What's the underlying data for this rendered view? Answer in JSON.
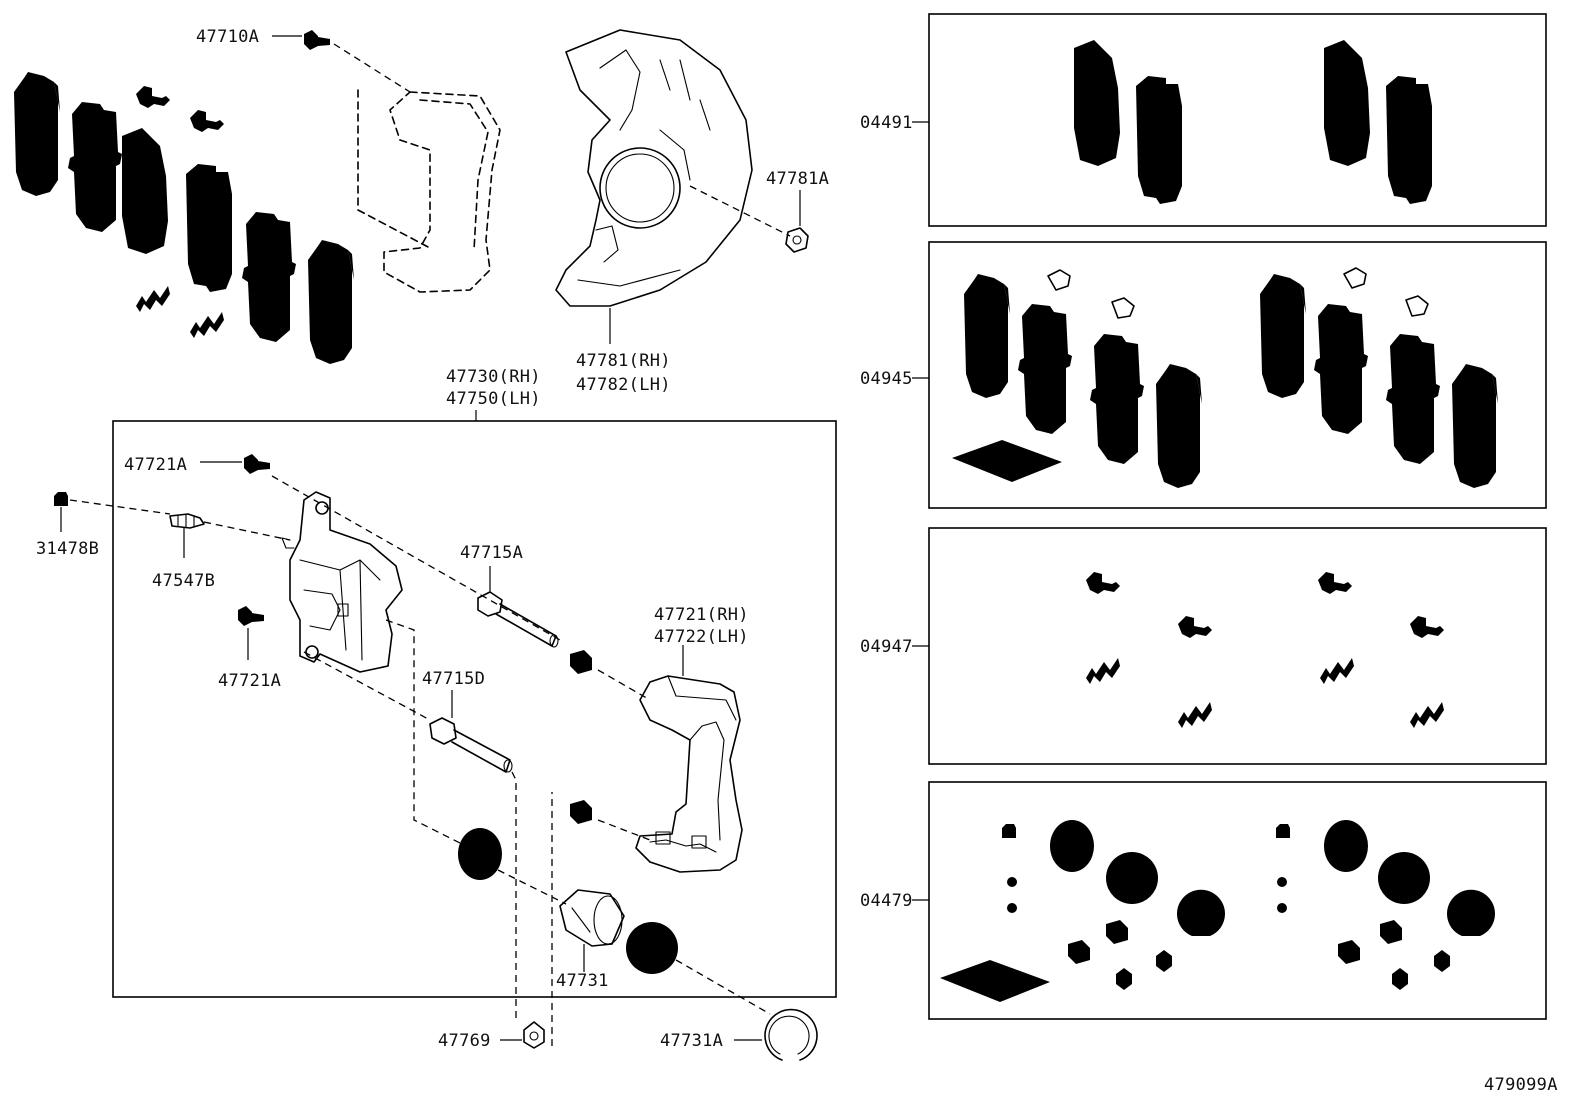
{
  "diagram_id": "479099A",
  "labels": {
    "p47710A": "47710A",
    "p47781A": "47781A",
    "p47781": "47781(RH)",
    "p47782": "47782(LH)",
    "p47730": "47730(RH)",
    "p47750": "47750(LH)",
    "p47721A_top": "47721A",
    "p31478B": "31478B",
    "p47547B": "47547B",
    "p47715A": "47715A",
    "p47721": "47721(RH)",
    "p47722": "47722(LH)",
    "p47721A_bottom": "47721A",
    "p47715D": "47715D",
    "p47731": "47731",
    "p47769": "47769",
    "p47731A": "47731A"
  },
  "kits": {
    "k04491": "04491",
    "k04945": "04945",
    "k04947": "04947",
    "k04479": "04479"
  }
}
